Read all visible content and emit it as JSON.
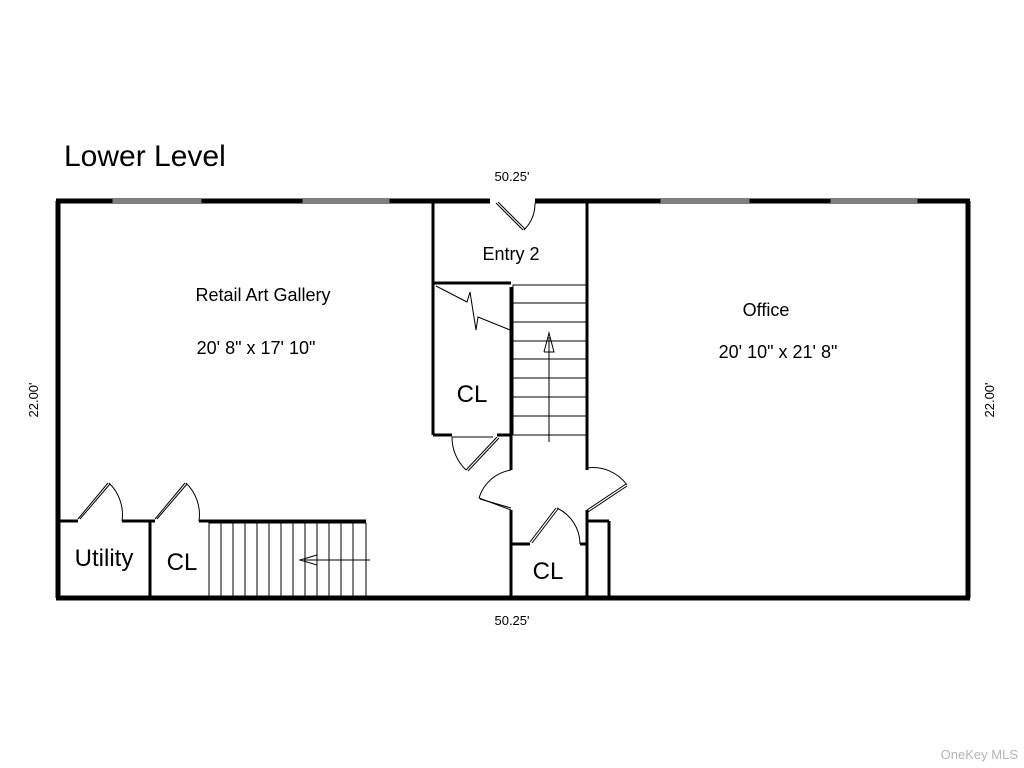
{
  "title": "Lower Level",
  "measurements": {
    "top_width": "50.25'",
    "bottom_width": "50.25'",
    "left_height": "22.00'",
    "right_height": "22.00'"
  },
  "rooms": {
    "retail_art_gallery": {
      "name": "Retail Art Gallery",
      "dimensions": "20' 8\" x 17' 10\""
    },
    "office": {
      "name": "Office",
      "dimensions": "20' 10\" x 21' 8\""
    },
    "entry_2": {
      "name": "Entry 2"
    },
    "closet_stair": {
      "name": "CL"
    },
    "closet_lower_left": {
      "name": "CL"
    },
    "closet_lower_center": {
      "name": "CL"
    },
    "utility": {
      "name": "Utility"
    }
  },
  "watermark": "OneKey MLS"
}
